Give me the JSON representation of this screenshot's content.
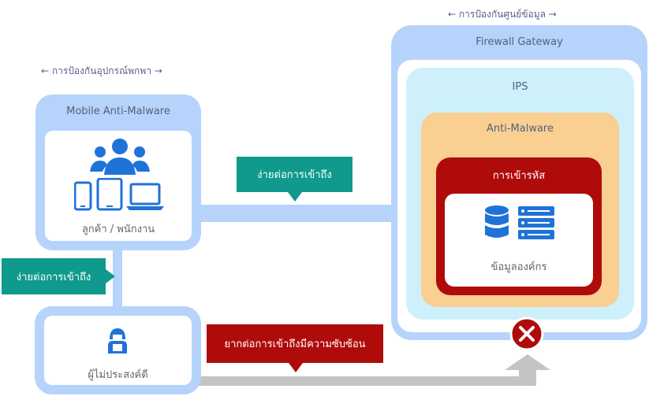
{
  "device": {
    "caption": "← การป้องกันอุปกรณ์พกพา →",
    "title": "Mobile Anti-Malware",
    "users_label": "ลูกค้า / พนักงาน"
  },
  "datacenter": {
    "caption": "← การป้องกันศูนย์ข้อมูล →",
    "firewall_title": "Firewall Gateway",
    "ips_title": "IPS",
    "antimalware_title": "Anti-Malware",
    "encryption_title": "การเข้ารหัส",
    "data_label": "ข้อมูลองค์กร"
  },
  "attacker": {
    "label": "ผู้ไม่ประสงค์ดี"
  },
  "tags": {
    "easy_access_top": "ง่ายต่อการเข้าถึง",
    "easy_access_left": "ง่ายต่อการเข้าถึง",
    "hard_access": "ยากต่อการเข้าถึงมีความซับซ้อน"
  },
  "colors": {
    "light_blue": "#b6d3fb",
    "cyan_layer": "#cdf0fb",
    "orange_layer": "#f9cf92",
    "encryption_red": "#b00b0b",
    "teal_tag": "#0f9a8d",
    "icon_blue": "#1f73d8",
    "blocked_red": "#b00b0b",
    "gray_arrow": "#c4c4c4"
  }
}
